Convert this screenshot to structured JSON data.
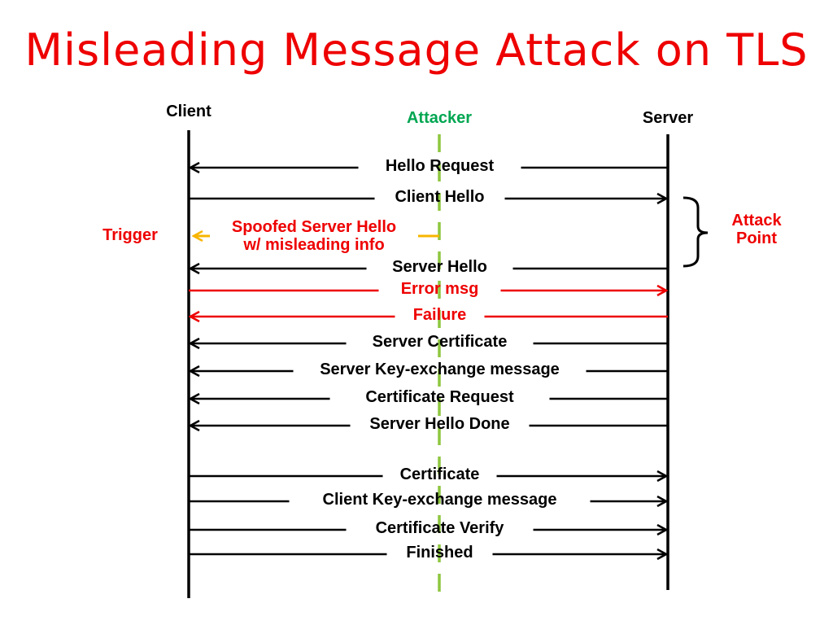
{
  "title": "Misleading Message Attack on TLS",
  "colors": {
    "title": "#ee0000",
    "attacker": "#00a651",
    "attacker_line": "#8dc63f",
    "trigger_arrow": "#f7b500",
    "red": "#ee0000",
    "black": "#000000"
  },
  "participants": {
    "client": "Client",
    "attacker": "Attacker",
    "server": "Server"
  },
  "side_labels": {
    "trigger": "Trigger",
    "attack_point_line1": "Attack",
    "attack_point_line2": "Point"
  },
  "messages": [
    {
      "label": "Hello Request",
      "direction": "server-to-client",
      "color": "black"
    },
    {
      "label": "Client Hello",
      "direction": "client-to-server",
      "color": "black"
    },
    {
      "label": "Spoofed Server Hello",
      "label2": "w/ misleading info",
      "direction": "attacker-to-client",
      "color": "red"
    },
    {
      "label": "Server Hello",
      "direction": "server-to-client",
      "color": "black"
    },
    {
      "label": "Error msg",
      "direction": "client-to-server",
      "color": "red"
    },
    {
      "label": "Failure",
      "direction": "server-to-client",
      "color": "red"
    },
    {
      "label": "Server Certificate",
      "direction": "server-to-client",
      "color": "black"
    },
    {
      "label": "Server Key-exchange message",
      "direction": "server-to-client",
      "color": "black"
    },
    {
      "label": "Certificate Request",
      "direction": "server-to-client",
      "color": "black"
    },
    {
      "label": "Server Hello Done",
      "direction": "server-to-client",
      "color": "black"
    },
    {
      "label": "Certificate",
      "direction": "client-to-server",
      "color": "black"
    },
    {
      "label": "Client Key-exchange message",
      "direction": "client-to-server",
      "color": "black"
    },
    {
      "label": "Certificate Verify",
      "direction": "client-to-server",
      "color": "black"
    },
    {
      "label": "Finished",
      "direction": "client-to-server",
      "color": "black"
    }
  ]
}
